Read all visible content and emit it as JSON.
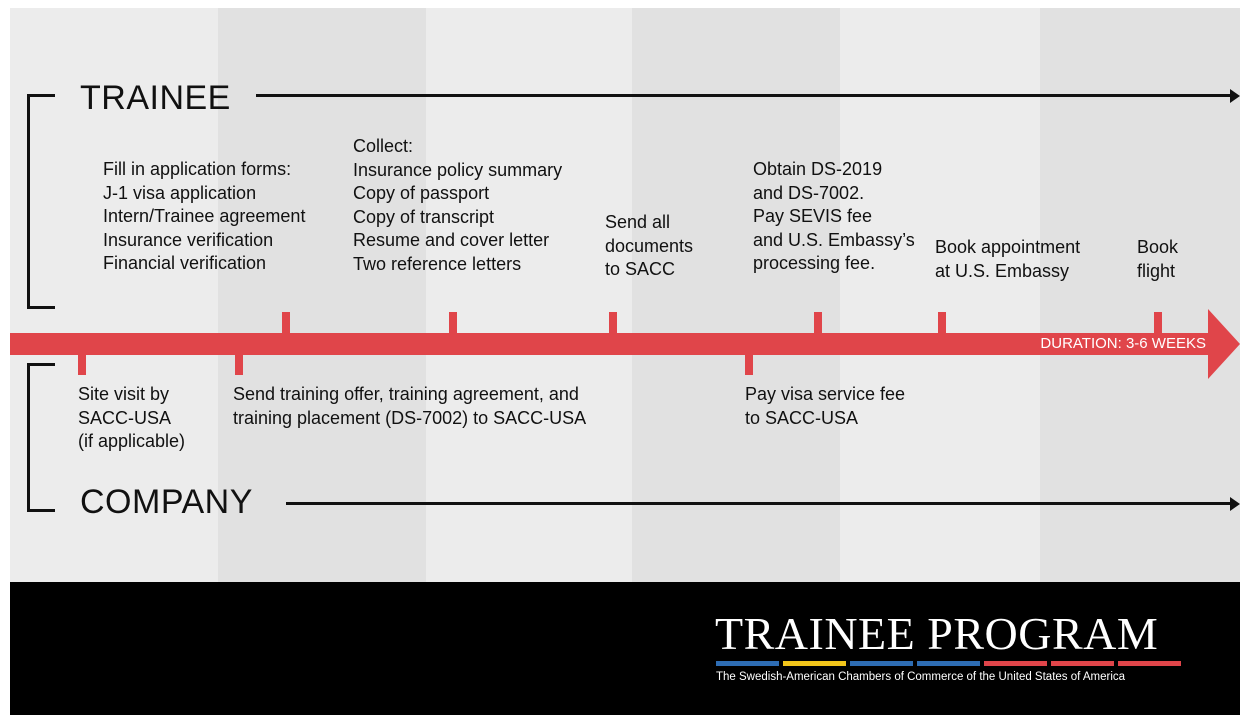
{
  "diagram": {
    "trainee_label": "TRAINEE",
    "company_label": "COMPANY",
    "duration_label": "DURATION: 3-6 WEEKS",
    "trainee_steps": [
      {
        "lines": [
          "Fill in application forms:",
          "J-1 visa application",
          "Intern/Trainee agreement",
          "Insurance verification",
          "Financial verification"
        ]
      },
      {
        "lines": [
          "Collect:",
          "Insurance policy summary",
          "Copy of passport",
          "Copy of transcript",
          "Resume and cover letter",
          "Two reference letters"
        ]
      },
      {
        "lines": [
          "Send all",
          "documents",
          "to SACC"
        ]
      },
      {
        "lines": [
          "Obtain DS-2019",
          "and DS-7002.",
          "Pay SEVIS fee",
          "and U.S. Embassy’s",
          "processing fee."
        ]
      },
      {
        "lines": [
          "Book appointment",
          "at U.S. Embassy"
        ]
      },
      {
        "lines": [
          "Book",
          "flight"
        ]
      }
    ],
    "company_steps": [
      {
        "lines": [
          "Site visit by",
          "SACC-USA",
          "(if applicable)"
        ]
      },
      {
        "lines": [
          "Send training offer, training agreement, and",
          "training placement (DS-7002) to SACC-USA"
        ]
      },
      {
        "lines": [
          "Pay visa service fee",
          "to SACC-USA"
        ]
      }
    ]
  },
  "footer": {
    "logo_title": "TRAINEE PROGRAM",
    "logo_subtitle": "The Swedish-American Chambers of Commerce of the United States of America",
    "stripe_colors": [
      "#2e6db4",
      "#f2c51a",
      "#2e6db4",
      "#2e6db4",
      "#e0454a",
      "#e0454a",
      "#e0454a"
    ]
  },
  "colors": {
    "timeline_red": "#e0454a",
    "background": "#ececec",
    "footer_black": "#000000"
  }
}
